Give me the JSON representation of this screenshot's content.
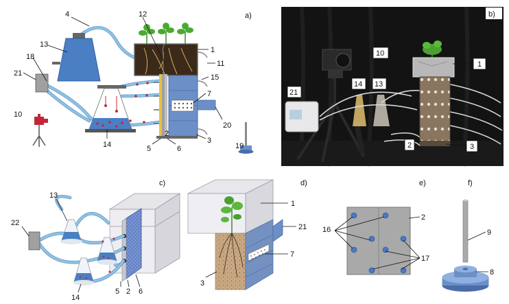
{
  "panels": {
    "a": "a)",
    "b": "b)",
    "c": "c)",
    "d": "d)",
    "e": "e)",
    "f": "f)"
  },
  "labels": {
    "a": [
      "4",
      "12",
      "1",
      "13",
      "11",
      "18",
      "15",
      "21",
      "7",
      "10",
      "20",
      "14",
      "3",
      "5",
      "2",
      "6",
      "19"
    ],
    "b": [
      "10",
      "1",
      "21",
      "14",
      "13",
      "2",
      "3"
    ],
    "c": [
      "13",
      "22",
      "14",
      "5",
      "2",
      "6"
    ],
    "d": [
      "1",
      "21",
      "7",
      "3"
    ],
    "e": [
      "16",
      "2",
      "17"
    ],
    "f": [
      "9",
      "8"
    ]
  },
  "colors": {
    "water": "#4a7fc4",
    "tube": "#8fc3e8",
    "panel": "#a9a9a9",
    "soil": "#c8a882",
    "marker": "#4a78c8",
    "photo_bg": "#131313"
  }
}
